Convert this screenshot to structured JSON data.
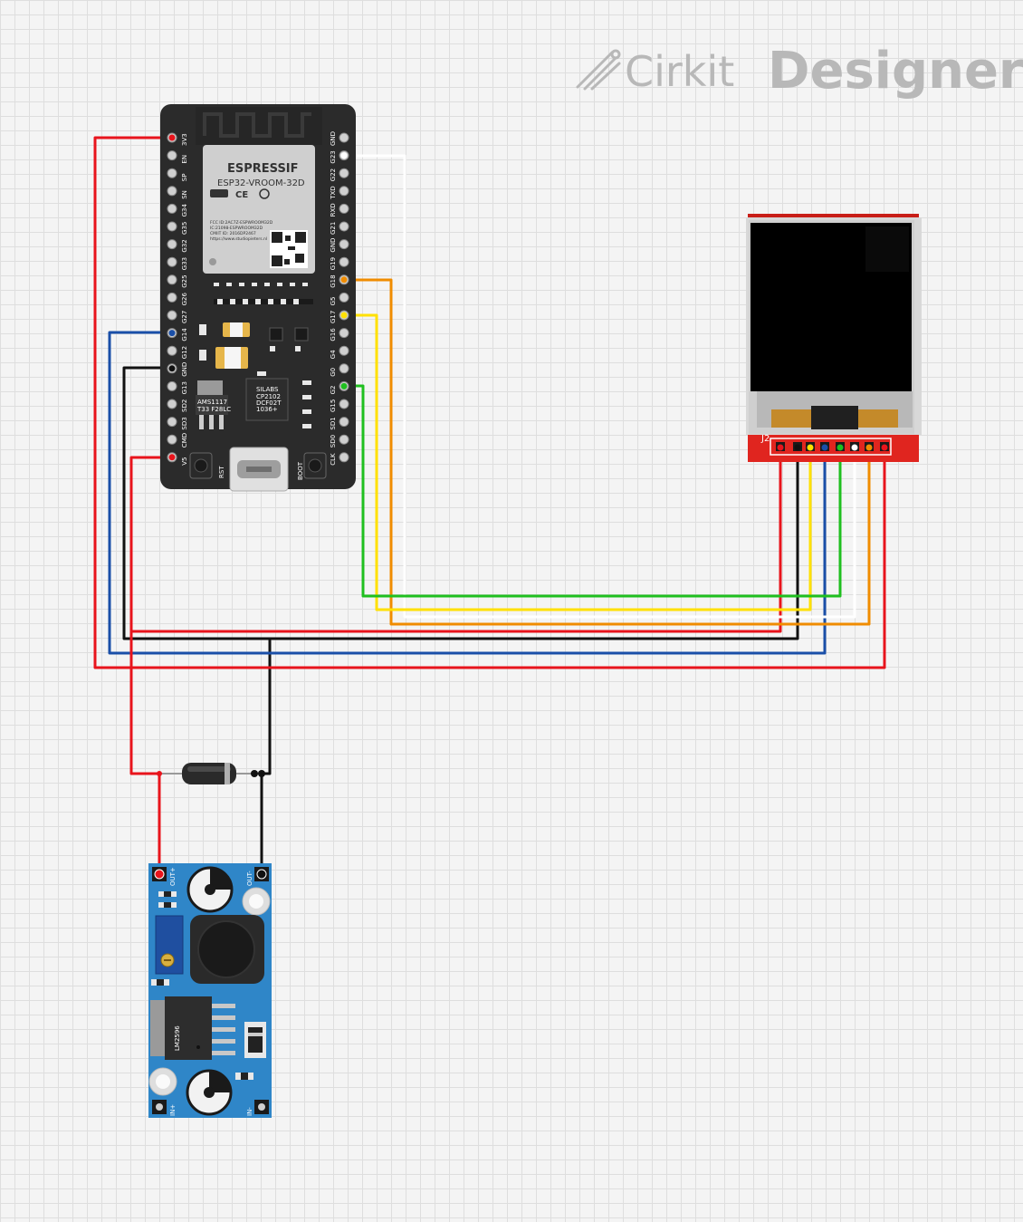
{
  "watermark": {
    "brand_left": "Cirkit",
    "brand_right": "Designer"
  },
  "esp32": {
    "module_brand": "ESPRESSIF",
    "module_model": "ESP32-VROOM-32D",
    "fcc_line1": "FCC ID:2AC7Z-ESPWROOM32D",
    "fcc_line2": "IC:21098-ESPWROOM32D",
    "fcc_line3": "CMIIT ID: 2016DP2467",
    "website": "https://www.studiopieters.nl",
    "reg_chip": "AMS1117",
    "reg_chip_sub": "T33 F28LC",
    "usb_chip": "SILABS",
    "usb_chip_sub1": "CP2102",
    "usb_chip_sub2": "DCF02T",
    "usb_chip_sub3": "1036+",
    "rst_label": "RST",
    "boot_label": "BOOT",
    "left_pins": [
      "3V3",
      "EN",
      "SP",
      "SN",
      "G34",
      "G35",
      "G32",
      "G33",
      "G25",
      "G26",
      "G27",
      "G14",
      "G12",
      "GND",
      "G13",
      "SD2",
      "SD3",
      "CMD",
      "V5"
    ],
    "right_pins": [
      "GND",
      "G23",
      "G22",
      "TXD",
      "RXD",
      "G21",
      "GND",
      "G19",
      "G18",
      "G5",
      "G17",
      "G16",
      "G4",
      "G0",
      "G2",
      "G15",
      "SD1",
      "SD0",
      "CLK"
    ]
  },
  "tft": {
    "connector_label": "J2"
  },
  "buck": {
    "out_plus": "OUT+",
    "out_minus": "OUT-",
    "in_plus": "IN+",
    "in_minus": "IN-",
    "ic_label": "LM2596"
  },
  "colors": {
    "red": "#e8141c",
    "black": "#111111",
    "blue": "#1a4fa8",
    "green": "#1fbf1f",
    "orange": "#f08c00",
    "yellow": "#ffe000",
    "white": "#ffffff",
    "board": "#2b2b2b",
    "tft_pcb": "#e0251f",
    "buck_pcb": "#2f86c8"
  },
  "wires": [
    {
      "name": "3v3-to-tft-vcc",
      "color": "red"
    },
    {
      "name": "g14-to-tft",
      "color": "blue"
    },
    {
      "name": "gnd-to-tft-gnd",
      "color": "black"
    },
    {
      "name": "v5-to-diode",
      "color": "red"
    },
    {
      "name": "g23-to-tft",
      "color": "white"
    },
    {
      "name": "g18-to-tft",
      "color": "orange"
    },
    {
      "name": "g17-to-tft",
      "color": "yellow"
    },
    {
      "name": "g2-to-tft",
      "color": "green"
    },
    {
      "name": "diode-to-buck-out-plus",
      "color": "red"
    },
    {
      "name": "gnd-to-buck-out-minus",
      "color": "black"
    }
  ]
}
